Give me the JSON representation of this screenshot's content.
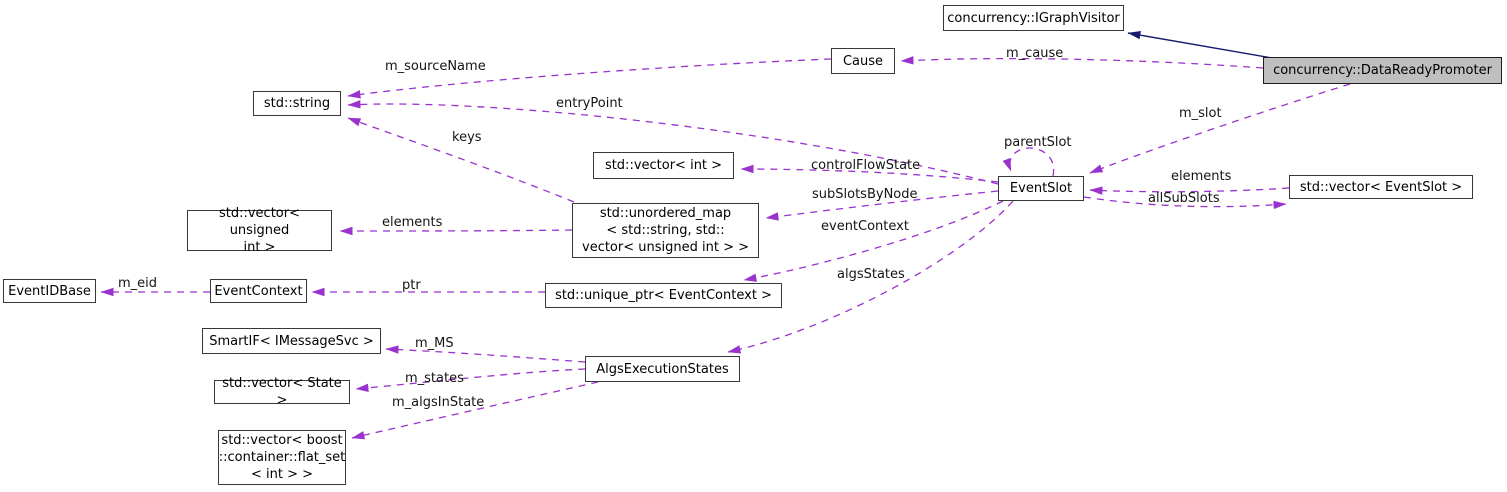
{
  "colors": {
    "background": "#ffffff",
    "edge_dashed": "#9a32cd",
    "edge_solid_inheritance": "#191970",
    "node_fill": "#ffffff",
    "node_fill_selected": "#bfbfbf",
    "node_border": "#383838",
    "label_text": "#141414"
  },
  "nodes": {
    "igraphvisitor": {
      "label": "concurrency::IGraphVisitor"
    },
    "datareadypromoter": {
      "label": "concurrency::DataReadyPromoter"
    },
    "cause": {
      "label": "Cause"
    },
    "stdstring": {
      "label": "std::string"
    },
    "vecint": {
      "label": "std::vector< int >"
    },
    "eventslot": {
      "label": "EventSlot"
    },
    "veceventslot": {
      "label": "std::vector< EventSlot >"
    },
    "vecunsigned": {
      "label": "std::vector< unsigned\nint >"
    },
    "unorderedmap": {
      "label": "std::unordered_map\n< std::string, std::\nvector< unsigned int > >"
    },
    "uniqueptr": {
      "label": "std::unique_ptr< EventContext >"
    },
    "eventidbase": {
      "label": "EventIDBase"
    },
    "eventcontext": {
      "label": "EventContext"
    },
    "smartif": {
      "label": "SmartIF< IMessageSvc >"
    },
    "algsexecutionstates": {
      "label": "AlgsExecutionStates"
    },
    "vecstate": {
      "label": "std::vector< State >"
    },
    "vecboostflatset": {
      "label": "std::vector< boost\n::container::flat_set\n< int > >"
    }
  },
  "edge_labels": {
    "m_cause": "m_cause",
    "m_sourceName": "m_sourceName",
    "entryPoint": "entryPoint",
    "keys": "keys",
    "controlFlowState": "controlFlowState",
    "subSlotsByNode": "subSlotsByNode",
    "parentSlot": "parentSlot",
    "m_slot": "m_slot",
    "elements_right": "elements",
    "allSubSlots": "allSubSlots",
    "eventContext": "eventContext",
    "algsStates": "algsStates",
    "elements_left": "elements",
    "m_eid": "m_eid",
    "ptr": "ptr",
    "m_MS": "m_MS",
    "m_states": "m_states",
    "m_algsInState": "m_algsInState"
  }
}
